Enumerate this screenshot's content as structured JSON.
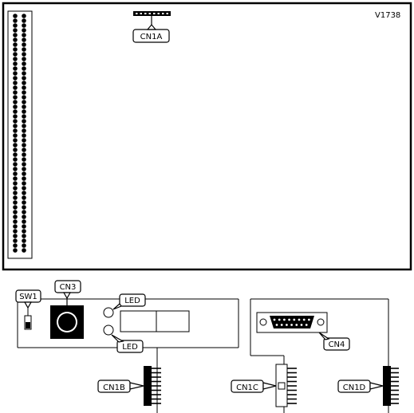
{
  "board": {
    "model": "V1738"
  },
  "callouts": {
    "cn1a": "CN1A",
    "cn1b": "CN1B",
    "cn1c": "CN1C",
    "cn1d": "CN1D",
    "cn3": "CN3",
    "cn4": "CN4",
    "sw1": "SW1",
    "led_top": "LED",
    "led_bottom": "LED"
  },
  "colors": {
    "ink": "#000000",
    "paper": "#ffffff"
  }
}
